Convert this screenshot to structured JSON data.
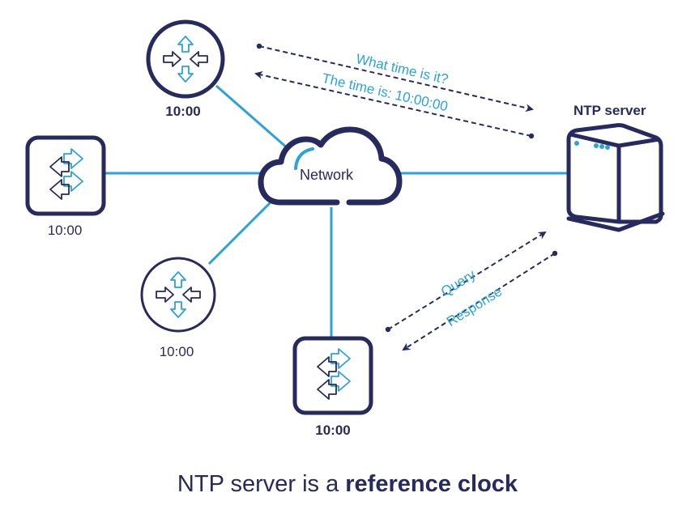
{
  "colors": {
    "navy": "#262a5e",
    "accent": "#2aa2dc",
    "background": "#ffffff"
  },
  "nodes": {
    "router_top": {
      "type": "router",
      "icon": "router-icon",
      "time": "10:00"
    },
    "switch_left": {
      "type": "switch",
      "icon": "switch-icon",
      "time": "10:00"
    },
    "router_bottom": {
      "type": "router",
      "icon": "router-icon",
      "time": "10:00"
    },
    "switch_bottom": {
      "type": "switch",
      "icon": "switch-icon",
      "time": "10:00"
    },
    "network": {
      "icon": "cloud-icon",
      "label": "Network"
    },
    "ntp_server": {
      "icon": "server-icon",
      "label": "NTP server"
    }
  },
  "messages": {
    "request": "What time is it?",
    "reply": "The time is: 10:00:00",
    "query": "Query",
    "response": "Response"
  },
  "caption": {
    "normal": "NTP server is a ",
    "bold": "reference clock"
  }
}
